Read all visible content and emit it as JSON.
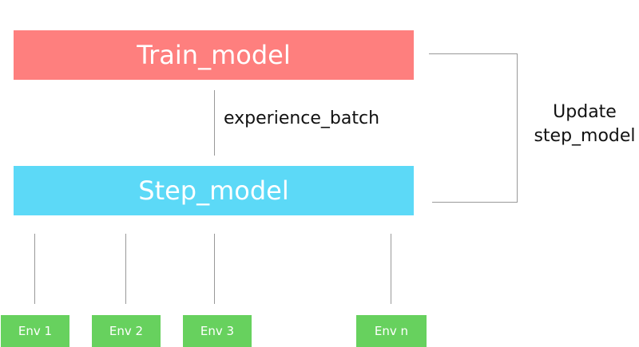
{
  "diagram": {
    "train_model": "Train_model",
    "step_model": "Step_model",
    "experience_batch": "experience_batch",
    "update_line1": "Update",
    "update_line2": "step_model",
    "envs": [
      "Env 1",
      "Env 2",
      "Env 3",
      "Env n"
    ]
  },
  "colors": {
    "train_box": "#fe7f7e",
    "step_box": "#5cd9f7",
    "env_box": "#67d15e",
    "connector": "#999999"
  }
}
